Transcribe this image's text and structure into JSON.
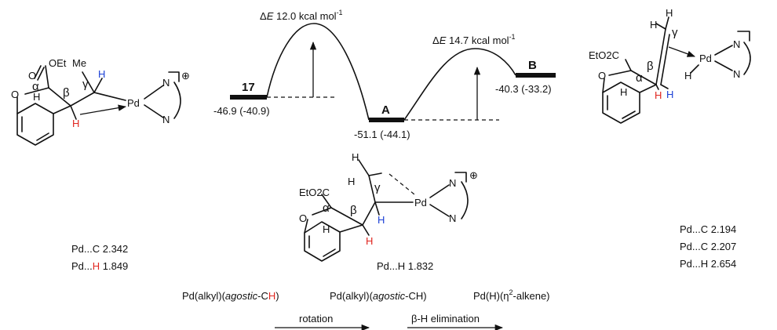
{
  "energy_diagram": {
    "levels": [
      {
        "id": "17",
        "label": "17",
        "energy": "-46.9 (-40.9)"
      },
      {
        "id": "A",
        "label": "A",
        "energy": "-51.1 (-44.1)"
      },
      {
        "id": "B",
        "label": "B",
        "energy": "-40.3 (-33.2)"
      }
    ],
    "barriers": [
      {
        "prefix": "Δ",
        "symbol": "E",
        "value": " 12.0 kcal mol",
        "superscript": "-1"
      },
      {
        "prefix": "Δ",
        "symbol": "E",
        "value": " 14.7 kcal mol",
        "superscript": "-1"
      }
    ]
  },
  "structures": {
    "left": {
      "atoms": {
        "ester": "OEt",
        "methyl": "Me",
        "h_blue": "H",
        "h_red": "H",
        "h_alpha": "H",
        "metal": "Pd",
        "n1": "N",
        "n2": "N",
        "o_ring": "O",
        "o_carbonyl": "O",
        "charge": "⊕"
      },
      "greek": {
        "alpha": "α",
        "beta": "β",
        "gamma": "γ"
      },
      "metrics": [
        {
          "pre": "Pd...C",
          "h": "",
          "val": " 2.342"
        },
        {
          "pre": "Pd...",
          "h": "H",
          "val": " 1.849"
        }
      ]
    },
    "middle": {
      "atoms": {
        "ester": "EtO2C",
        "h_a": "H",
        "h_b": "H",
        "h_blue": "H",
        "h_red": "H",
        "h_ring": "H",
        "metal": "Pd",
        "n1": "N",
        "n2": "N",
        "o_ring": "O",
        "charge": "⊕"
      },
      "greek": {
        "alpha": "α",
        "beta": "β",
        "gamma": "γ"
      },
      "metrics": [
        {
          "text": "Pd...H 1.832"
        }
      ]
    },
    "right": {
      "atoms": {
        "ester": "EtO2C",
        "h_top1": "H",
        "h_top2": "H",
        "h_blue": "H",
        "h_red": "H",
        "h_ring": "H",
        "h_pd": "H",
        "metal": "Pd",
        "n1": "N",
        "n2": "N",
        "o_ring": "O"
      },
      "greek": {
        "alpha": "α",
        "beta": "β",
        "gamma": "γ"
      },
      "metrics": [
        {
          "text": "Pd...C 2.194"
        },
        {
          "text": "Pd...C 2.207"
        },
        {
          "text": "Pd...H 2.654"
        }
      ]
    }
  },
  "captions": {
    "left": {
      "pre": "Pd(alkyl)(",
      "italic": "agostic",
      "mid": "-C",
      "h": "H",
      "post": ")"
    },
    "middle": {
      "pre": "Pd(alkyl)(",
      "italic": "agostic",
      "post": "-CH)"
    },
    "right": {
      "pre": "Pd(H)(η",
      "sup": "2",
      "post": "-alkene)"
    }
  },
  "arrows": [
    {
      "label": "rotation"
    },
    {
      "label": "β-H elimination"
    }
  ],
  "colors": {
    "blue_h": "#1a3fd6",
    "red_h": "#e0261f",
    "ink": "#111111"
  }
}
